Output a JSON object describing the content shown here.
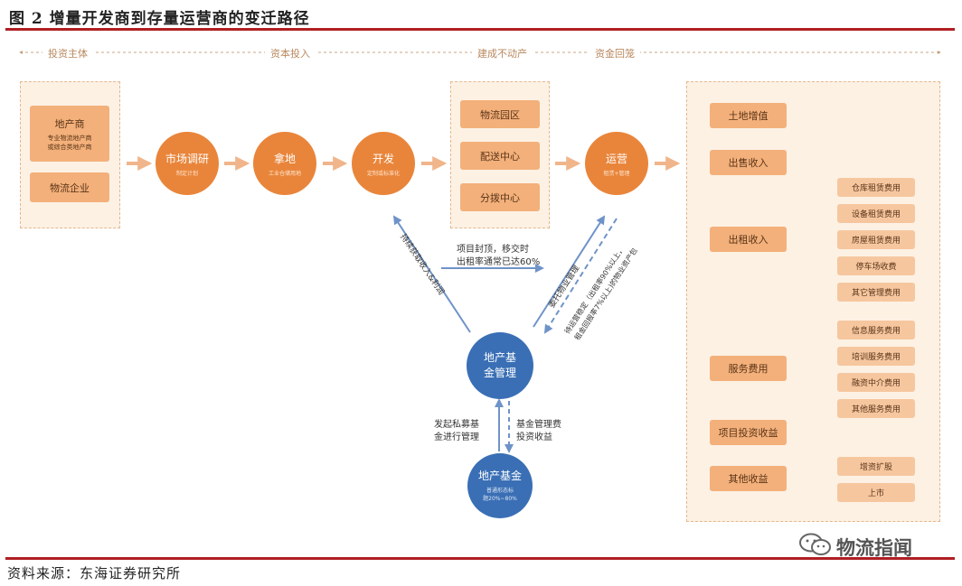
{
  "figure": {
    "title": "图 2  增量开发商到存量运营商的变迁路径",
    "source": "资料来源：东海证券研究所",
    "watermark": "物流指闻",
    "watermark_icon": "wechat-icon"
  },
  "stages": [
    "投资主体",
    "资本投入",
    "建成不动产",
    "资金回笼"
  ],
  "investors": [
    {
      "label": "地产商",
      "sub1": "专业物流地产商",
      "sub2": "或综合类地产商"
    },
    {
      "label": "物流企业"
    }
  ],
  "steps": [
    {
      "label": "市场调研",
      "sub": "制定计划"
    },
    {
      "label": "拿地",
      "sub": "工业仓储用地"
    },
    {
      "label": "开发",
      "sub": "定制或标准化"
    }
  ],
  "properties": [
    "物流园区",
    "配送中心",
    "分拨中心"
  ],
  "operation": {
    "label": "运营",
    "sub": "租赁+管理"
  },
  "revenue": {
    "primary": [
      "土地增值",
      "出售收入"
    ],
    "rental": {
      "label": "出租收入",
      "items": [
        "仓库租赁费用",
        "设备租赁费用",
        "房屋租赁费用",
        "停车场收费",
        "其它管理费用"
      ]
    },
    "service": {
      "label": "服务费用",
      "items": [
        "信息服务费用",
        "培训服务费用",
        "融资中介费用",
        "其他服务费用"
      ]
    },
    "investment": "项目投资收益",
    "other": {
      "label": "其他收益",
      "items": [
        "增资扩股",
        "上市"
      ]
    }
  },
  "fund": {
    "manager_line1": "地产基",
    "manager_line2": "金管理",
    "fund_label": "地产基金",
    "fund_sub1": "普通形态标",
    "fund_sub2": "题20%~80%"
  },
  "flows": {
    "to_development": "持续获取收入&利润",
    "handover_line1": "项目封顶，移交时",
    "handover_line2": "出租率通常已达60%",
    "entrust": "委托物业管理",
    "stable_line1": "待运营稳定（出租率90%以上，",
    "stable_line2": "租金回报率7%以上)的物业资产包",
    "raise_line1": "发起私募基",
    "raise_line2": "金进行管理",
    "fee_line1": "基金管理费",
    "fee_line2": "投资收益"
  },
  "colors": {
    "accent_red": "#b01e23",
    "orange": "#e9853a",
    "rect": "#f3b07a",
    "panel": "#fdf1e4",
    "blue": "#3a6fb5",
    "arrow": "#f0b58a"
  }
}
